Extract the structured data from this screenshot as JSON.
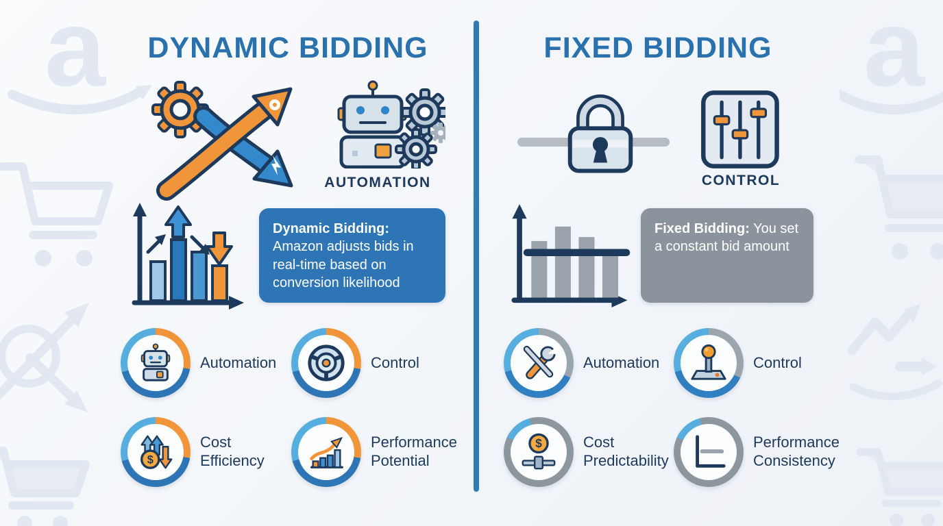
{
  "infographic": {
    "left": {
      "title": "DYNAMIC BIDDING",
      "icon_caption": "AUTOMATION",
      "callout_lead": "Dynamic Bidding:",
      "callout_body": "Amazon adjusts bids in real-time based on conversion likelihood",
      "features": [
        {
          "label": "Automation",
          "icon": "robot-icon"
        },
        {
          "label": "Control",
          "icon": "steering-wheel-icon"
        },
        {
          "label": "Cost Efficiency",
          "icon": "dollar-arrows-icon"
        },
        {
          "label": "Performance Potential",
          "icon": "growth-chart-icon"
        }
      ]
    },
    "right": {
      "title": "FIXED BIDDING",
      "icon_caption": "CONTROL",
      "callout_lead": "Fixed Bidding:",
      "callout_body": "You set a constant bid amount",
      "features": [
        {
          "label": "Automation",
          "icon": "tools-icon"
        },
        {
          "label": "Control",
          "icon": "joystick-icon"
        },
        {
          "label": "Cost Predictability",
          "icon": "dollar-slider-icon"
        },
        {
          "label": "Performance Consistency",
          "icon": "flat-line-chart-icon"
        }
      ]
    },
    "colors": {
      "title_blue": "#2a72ae",
      "navy": "#1d3a5c",
      "accent_blue": "#2e75b6",
      "light_blue": "#56aede",
      "orange": "#f0953a",
      "callout_blue_bg": "#2e75b6",
      "callout_gray_bg": "#8b939c",
      "divider_blue": "#2e7cb5",
      "gray_bar": "#9aa3ac",
      "watermark": "#e2e8f1"
    }
  }
}
